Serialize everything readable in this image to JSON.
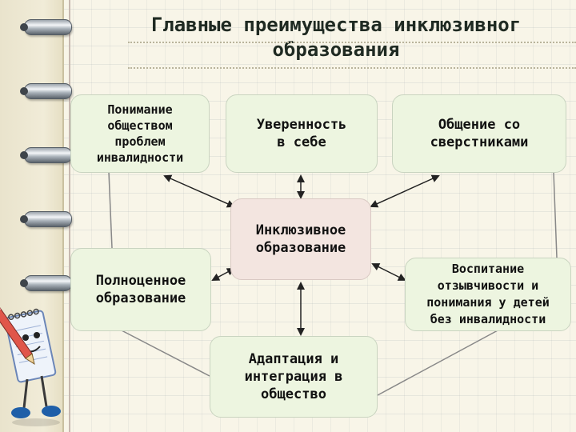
{
  "title": {
    "line1": "Главные преимущества инклюзивног",
    "line2": "образования"
  },
  "nodes": {
    "understanding": "Понимание\nобществом\nпроблем\nинвалидности",
    "confidence": "Уверенность\nв себе",
    "peer_communication": "Общение со\nсверстниками",
    "inclusive_education": "Инклюзивное\nобразование",
    "full_education": "Полноценное\nобразование",
    "empathy": "Воспитание\nотзывчивости и\nпонимания у детей\nбез инвалидности",
    "adaptation": "Адаптация и\nинтеграция в\nобщество"
  },
  "colors": {
    "node_fill": "#edf5e0",
    "center_fill": "#f3e5e0",
    "arrow": "#222222",
    "connector": "#888888"
  }
}
